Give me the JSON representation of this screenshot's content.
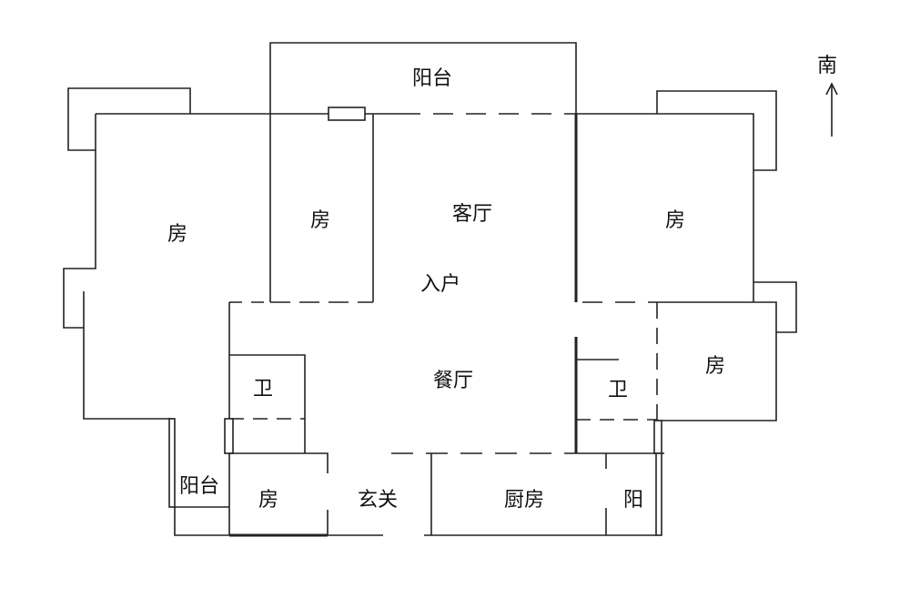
{
  "compass": {
    "label": "南"
  },
  "rooms": {
    "top_balcony": "阳台",
    "left_bedroom": "房",
    "small_bedroom": "房",
    "living_room": "客厅",
    "right_bedroom": "房",
    "entry": "入户",
    "left_bath": "卫",
    "dining_room": "餐厅",
    "right_bath": "卫",
    "right_lower_bedroom": "房",
    "left_balcony": "阳台",
    "lower_bedroom": "房",
    "foyer": "玄关",
    "kitchen": "厨房",
    "kitchen_balcony": "阳"
  }
}
